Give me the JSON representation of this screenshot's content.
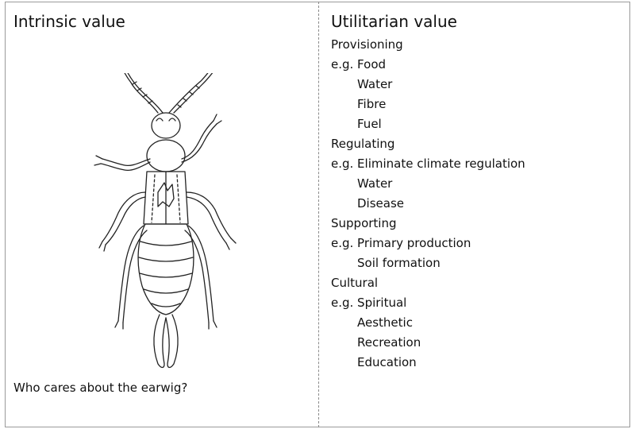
{
  "left": {
    "heading": "Intrinsic value",
    "caption": "Who cares about the earwig?",
    "image_icon": "earwig-illustration"
  },
  "right": {
    "heading": "Utilitarian value",
    "items": [
      {
        "text": "Provisioning",
        "indent": false
      },
      {
        "text": "e.g. Food",
        "indent": false
      },
      {
        "text": "Water",
        "indent": true
      },
      {
        "text": "Fibre",
        "indent": true
      },
      {
        "text": "Fuel",
        "indent": true
      },
      {
        "text": "Regulating",
        "indent": false
      },
      {
        "text": "e.g. Eliminate climate regulation",
        "indent": false
      },
      {
        "text": "Water",
        "indent": true
      },
      {
        "text": "Disease",
        "indent": true
      },
      {
        "text": "Supporting",
        "indent": false
      },
      {
        "text": "e.g. Primary production",
        "indent": false
      },
      {
        "text": "Soil formation",
        "indent": true
      },
      {
        "text": "Cultural",
        "indent": false
      },
      {
        "text": "e.g. Spiritual",
        "indent": false
      },
      {
        "text": "Aesthetic",
        "indent": true
      },
      {
        "text": "Recreation",
        "indent": true
      },
      {
        "text": "Education",
        "indent": true
      }
    ]
  }
}
